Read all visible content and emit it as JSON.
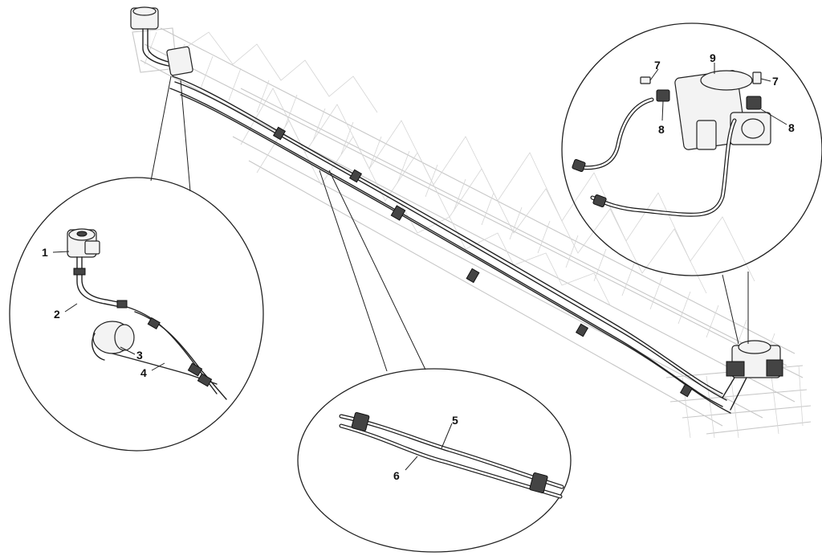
{
  "callouts": {
    "c1": "1",
    "c2": "2",
    "c3": "3",
    "c4": "4",
    "c5": "5",
    "c6": "6",
    "c7a": "7",
    "c7b": "7",
    "c8a": "8",
    "c8b": "8",
    "c9": "9"
  },
  "colors": {
    "line": "#222222",
    "frame": "#c7c7c7",
    "background": "#ffffff"
  }
}
